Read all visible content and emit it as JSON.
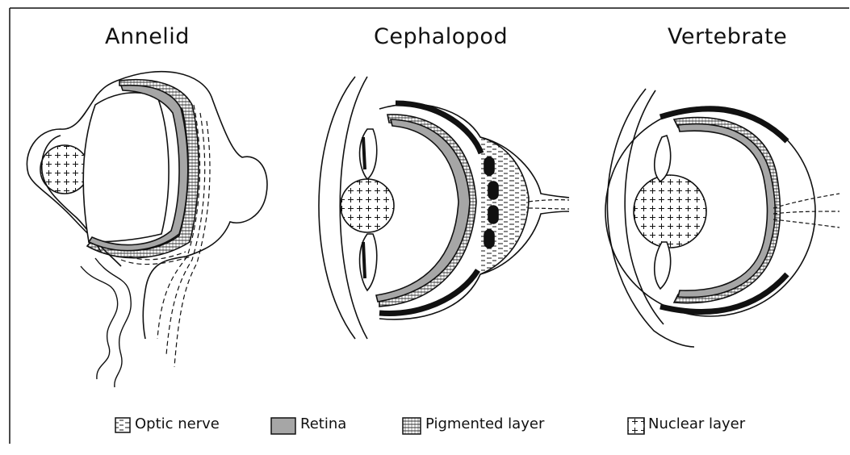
{
  "titles": {
    "annelid": "Annelid",
    "cephalopod": "Cephalopod",
    "vertebrate": "Vertebrate"
  },
  "legend": [
    {
      "label": "Optic nerve",
      "pattern": "dashes"
    },
    {
      "label": "Retina",
      "pattern": "gray"
    },
    {
      "label": "Pigmented layer",
      "pattern": "stripes"
    },
    {
      "label": "Nuclear layer",
      "pattern": "crosses"
    }
  ],
  "colors": {
    "retina": "#a6a6a6",
    "ink": "#111111",
    "background": "#ffffff"
  }
}
